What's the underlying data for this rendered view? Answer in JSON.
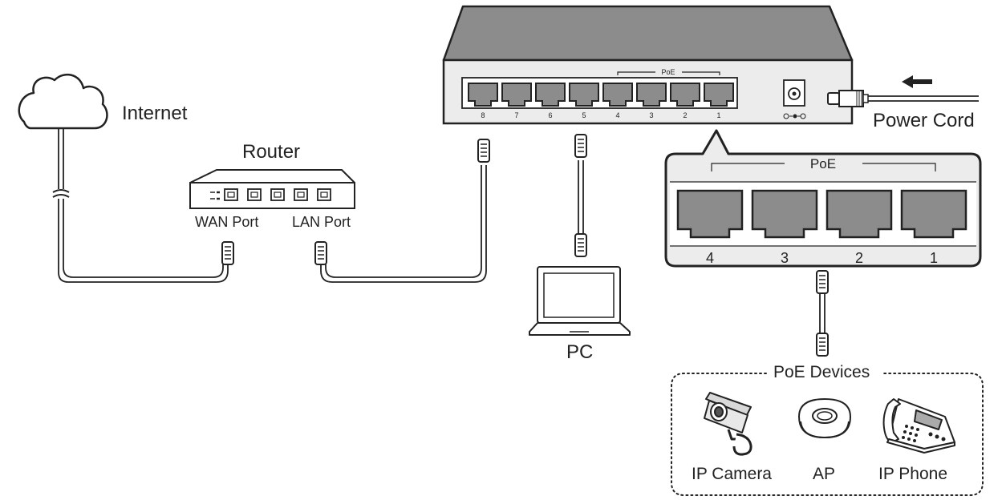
{
  "labels": {
    "internet": "Internet",
    "router": "Router",
    "wan_port": "WAN Port",
    "lan_port": "LAN Port",
    "pc": "PC",
    "power_cord": "Power Cord",
    "poe_devices": "PoE Devices",
    "ip_camera": "IP Camera",
    "ap": "AP",
    "ip_phone": "IP Phone"
  },
  "switch": {
    "poe_label": "PoE",
    "ports": [
      "8",
      "7",
      "6",
      "5",
      "4",
      "3",
      "2",
      "1"
    ]
  },
  "zoom_panel": {
    "poe_label": "PoE",
    "ports": [
      "4",
      "3",
      "2",
      "1"
    ]
  }
}
